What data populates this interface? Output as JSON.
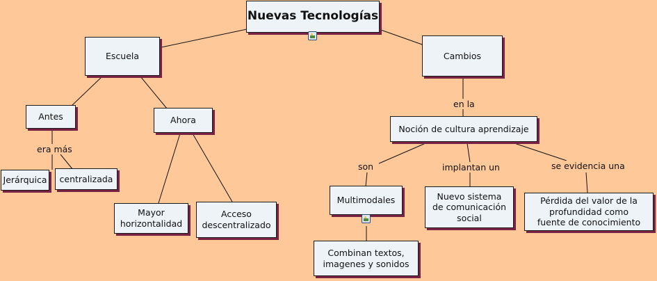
{
  "nodes": {
    "nuevas_tecnologias": "Nuevas Tecnologías",
    "escuela": "Escuela",
    "cambios": "Cambios",
    "antes": "Antes",
    "ahora": "Ahora",
    "jerarquica": "Jerárquica",
    "centralizada": "centralizada",
    "mayor_horizontalidad": "Mayor\nhorizontalidad",
    "acceso_descentralizado": "Acceso\ndescentralizado",
    "nocion_cultura": "Noción de cultura  aprendizaje",
    "multimodales": "Multimodales",
    "nuevo_sistema": "Nuevo sistema\nde comunicación\nsocial",
    "perdida_valor": "Pérdida del valor de la\nprofundidad como\nfuente de conocimiento",
    "combinan_textos": "Combinan textos,\nimagenes y sonidos"
  },
  "links": {
    "era_mas": "era más",
    "en_la": "en la",
    "son": "son",
    "implantan_un": "implantan un",
    "se_evidencia_una": "se evidencia una"
  },
  "icons": [
    "image-icon",
    "image-icon"
  ],
  "colors": {
    "background": "#ffc899",
    "node_fill": "#eef3f8",
    "node_shadow": "#7a2244"
  }
}
